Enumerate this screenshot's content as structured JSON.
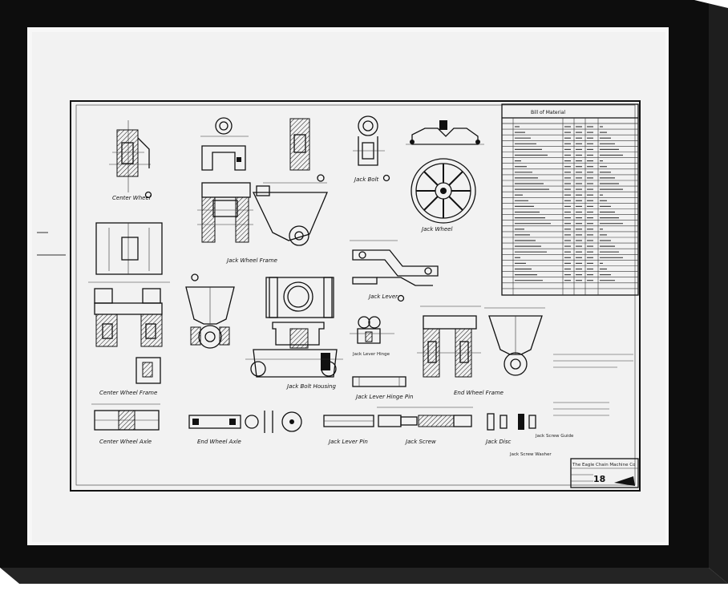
{
  "drawing": {
    "labels": {
      "center_wheel": "Center Wheel",
      "jack_wheel_frame": "Jack Wheel Frame",
      "jack_bolt": "Jack Bolt",
      "jack_wheel": "Jack Wheel",
      "jack_lever": "Jack Lever",
      "center_wheel_frame": "Center Wheel Frame",
      "jack_bolt_housing": "Jack Bolt Housing",
      "jack_lever_hinge_pin": "Jack Lever Hinge Pin",
      "end_wheel_frame": "End Wheel Frame",
      "center_wheel_axle": "Center Wheel Axle",
      "end_wheel_axle": "End Wheel Axle",
      "jack_lever_pin": "Jack Lever Pin",
      "jack_screw": "Jack Screw",
      "jack_disc": "Jack Disc",
      "jack_screw_guide": "Jack Screw Guide",
      "jack_screw_washer": "Jack Screw Washer"
    },
    "bill_of_material": {
      "title": "Bill of Material"
    },
    "title_block": {
      "company": "The Eagle Chain Machine Co",
      "drawing_no": "18"
    }
  }
}
